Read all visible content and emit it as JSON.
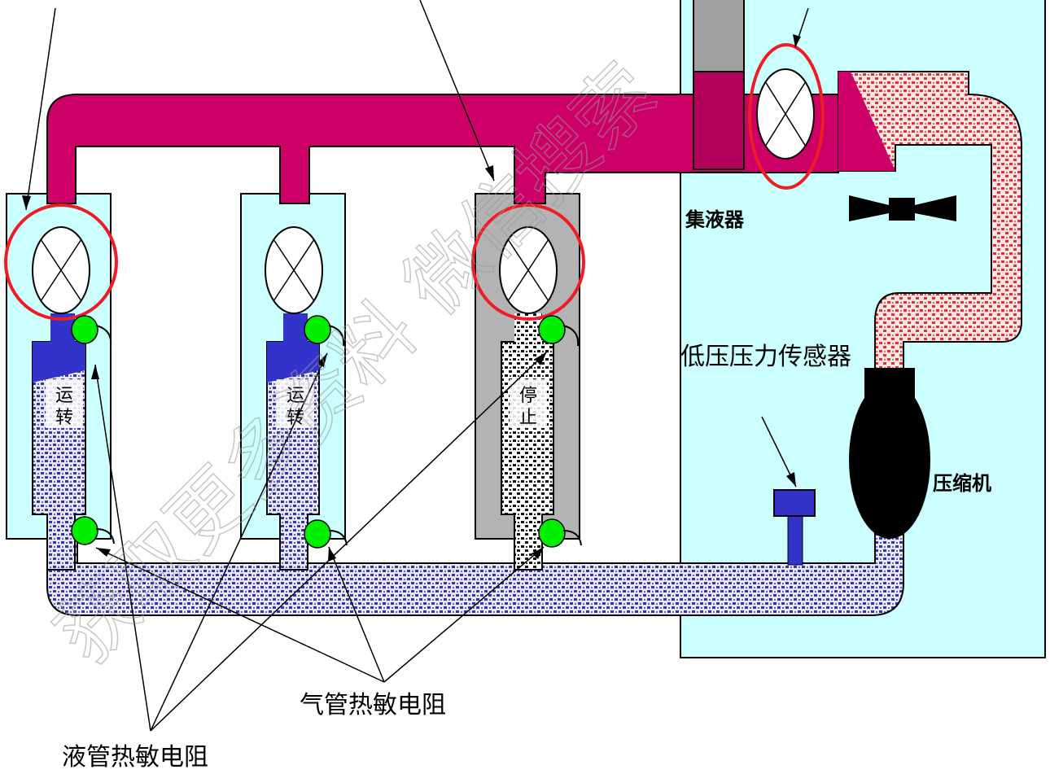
{
  "labels": {
    "receiver": "集液器",
    "compressor": "压缩机",
    "low_pressure_sensor": "低压压力传感器",
    "gas_pipe_thermistor": "气管热敏电阻",
    "liquid_pipe_thermistor": "液管热敏电阻",
    "unit1_status": [
      "运",
      "转"
    ],
    "unit2_status": [
      "运",
      "转"
    ],
    "unit3_status": [
      "停",
      "止"
    ],
    "watermark": "获取更多资料 微信搜索"
  },
  "colors": {
    "refrigerant_gas": "#cc0066",
    "liquid_line": "#3333cc",
    "liquid_dots_bg": "#e0e0f0",
    "red_dots": "#e03030",
    "black_dots": "#111111",
    "indoor_unit_bg": "#ccffff",
    "stopped_unit_bg": "#b3b3b3",
    "outdoor_unit_bg": "#ccffff",
    "thermistor_green": "#00ee00",
    "highlight_circle": "#ee1c24",
    "compressor": "#000000",
    "receiver_pipe": "#9a9a9a"
  },
  "icons": {
    "expansion_valve": "valve-x-icon",
    "fan": "fan-icon",
    "thermistor": "thermistor-dot-icon"
  }
}
